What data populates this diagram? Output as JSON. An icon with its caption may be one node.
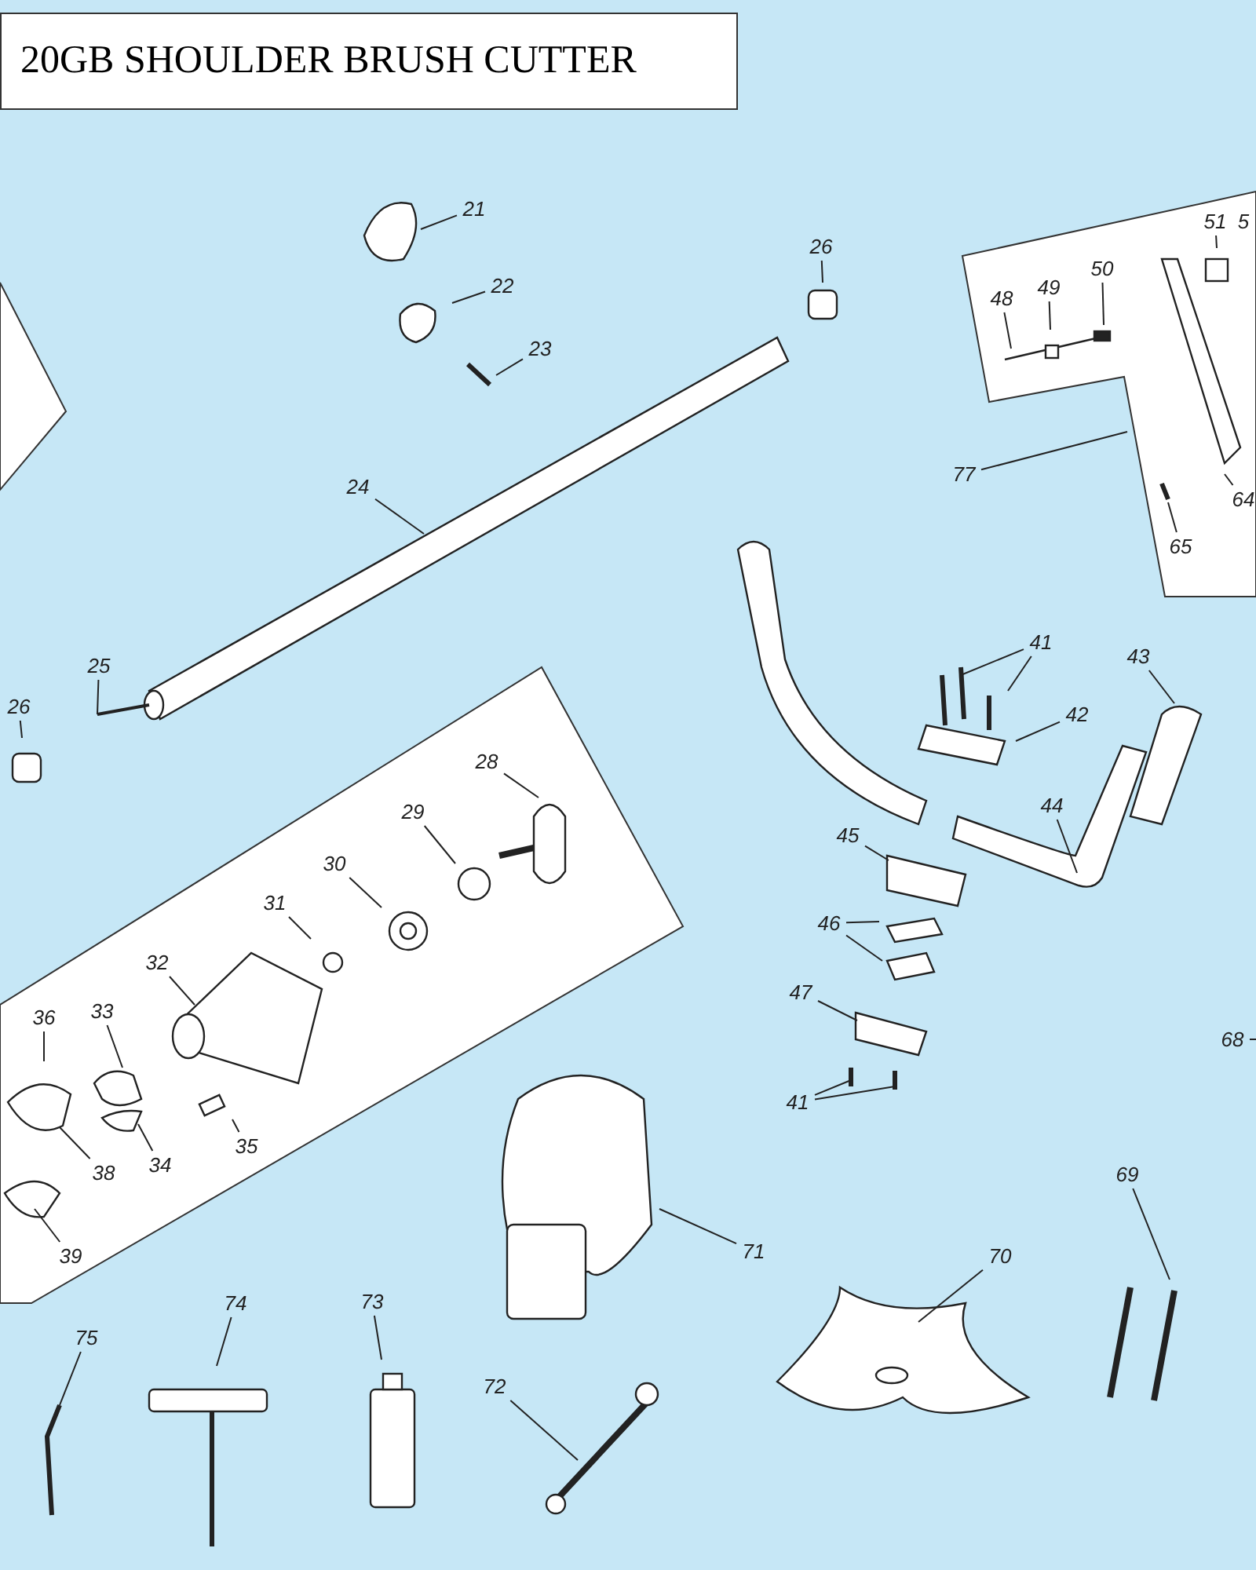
{
  "diagram": {
    "title": "20GB SHOULDER BRUSH CUTTER",
    "nodes": [
      {
        "text": [
          "21"
        ]
      },
      {
        "text": [
          "22"
        ]
      },
      {
        "text": [
          "23"
        ]
      },
      {
        "text": [
          "26"
        ]
      },
      {
        "text": [
          "24"
        ]
      },
      {
        "text": [
          "25"
        ]
      },
      {
        "text": [
          "26"
        ]
      },
      {
        "text": [
          "28"
        ]
      },
      {
        "text": [
          "29"
        ]
      },
      {
        "text": [
          "30"
        ]
      },
      {
        "text": [
          "31"
        ]
      },
      {
        "text": [
          "32"
        ]
      },
      {
        "text": [
          "33"
        ]
      },
      {
        "text": [
          "36"
        ]
      },
      {
        "text": [
          "38"
        ]
      },
      {
        "text": [
          "34"
        ]
      },
      {
        "text": [
          "35"
        ]
      },
      {
        "text": [
          "39"
        ]
      },
      {
        "text": [
          "48"
        ]
      },
      {
        "text": [
          "49"
        ]
      },
      {
        "text": [
          "50"
        ]
      },
      {
        "text": [
          "51"
        ]
      },
      {
        "text": [
          "77"
        ]
      },
      {
        "text": [
          "64"
        ]
      },
      {
        "text": [
          "65"
        ]
      },
      {
        "text": [
          "41"
        ]
      },
      {
        "text": [
          "42"
        ]
      },
      {
        "text": [
          "43"
        ]
      },
      {
        "text": [
          "44"
        ]
      },
      {
        "text": [
          "45"
        ]
      },
      {
        "text": [
          "46"
        ]
      },
      {
        "text": [
          "47"
        ]
      },
      {
        "text": [
          "41"
        ]
      },
      {
        "text": [
          "68"
        ]
      },
      {
        "text": [
          "69"
        ]
      },
      {
        "text": [
          "70"
        ]
      },
      {
        "text": [
          "71"
        ]
      },
      {
        "text": [
          "72"
        ]
      },
      {
        "text": [
          "73"
        ]
      },
      {
        "text": [
          "74"
        ]
      },
      {
        "text": [
          "75"
        ]
      }
    ],
    "edges": [
      {
        "from": 0,
        "to": null,
        "arrow": "none"
      },
      {
        "from": 1,
        "to": null,
        "arrow": "none"
      },
      {
        "from": 2,
        "to": null,
        "arrow": "none"
      },
      {
        "from": 3,
        "to": null,
        "arrow": "none"
      },
      {
        "from": 4,
        "to": null,
        "arrow": "none"
      },
      {
        "from": 5,
        "to": null,
        "arrow": "none"
      },
      {
        "from": 6,
        "to": null,
        "arrow": "none"
      },
      {
        "from": 7,
        "to": null,
        "arrow": "none"
      },
      {
        "from": 8,
        "to": null,
        "arrow": "none"
      },
      {
        "from": 9,
        "to": null,
        "arrow": "none"
      },
      {
        "from": 10,
        "to": null,
        "arrow": "none"
      },
      {
        "from": 11,
        "to": null,
        "arrow": "none"
      },
      {
        "from": 12,
        "to": null,
        "arrow": "none"
      },
      {
        "from": 13,
        "to": null,
        "arrow": "none"
      },
      {
        "from": 14,
        "to": null,
        "arrow": "none"
      },
      {
        "from": 15,
        "to": null,
        "arrow": "none"
      },
      {
        "from": 16,
        "to": null,
        "arrow": "none"
      },
      {
        "from": 17,
        "to": null,
        "arrow": "none"
      },
      {
        "from": 18,
        "to": null,
        "arrow": "none"
      },
      {
        "from": 19,
        "to": null,
        "arrow": "none"
      },
      {
        "from": 20,
        "to": null,
        "arrow": "none"
      },
      {
        "from": 21,
        "to": null,
        "arrow": "none"
      },
      {
        "from": 22,
        "to": null,
        "arrow": "none"
      },
      {
        "from": 23,
        "to": null,
        "arrow": "none"
      },
      {
        "from": 24,
        "to": null,
        "arrow": "none"
      },
      {
        "from": 25,
        "to": null,
        "arrow": "none"
      },
      {
        "from": 25,
        "to": null,
        "arrow": "none"
      },
      {
        "from": 26,
        "to": null,
        "arrow": "none"
      },
      {
        "from": 27,
        "to": null,
        "arrow": "none"
      },
      {
        "from": 28,
        "to": null,
        "arrow": "none"
      },
      {
        "from": 29,
        "to": null,
        "arrow": "none"
      },
      {
        "from": 30,
        "to": null,
        "arrow": "none"
      },
      {
        "from": 30,
        "to": null,
        "arrow": "none"
      },
      {
        "from": 31,
        "to": null,
        "arrow": "none"
      },
      {
        "from": 32,
        "to": null,
        "arrow": "none"
      },
      {
        "from": 32,
        "to": null,
        "arrow": "none"
      },
      {
        "from": 33,
        "to": null,
        "arrow": "none"
      },
      {
        "from": 34,
        "to": null,
        "arrow": "none"
      },
      {
        "from": 35,
        "to": null,
        "arrow": "none"
      },
      {
        "from": 36,
        "to": null,
        "arrow": "none"
      },
      {
        "from": 37,
        "to": null,
        "arrow": "none"
      },
      {
        "from": 38,
        "to": null,
        "arrow": "none"
      },
      {
        "from": 39,
        "to": null,
        "arrow": "none"
      },
      {
        "from": 40,
        "to": null,
        "arrow": "none"
      }
    ],
    "labels": [
      "5"
    ]
  }
}
